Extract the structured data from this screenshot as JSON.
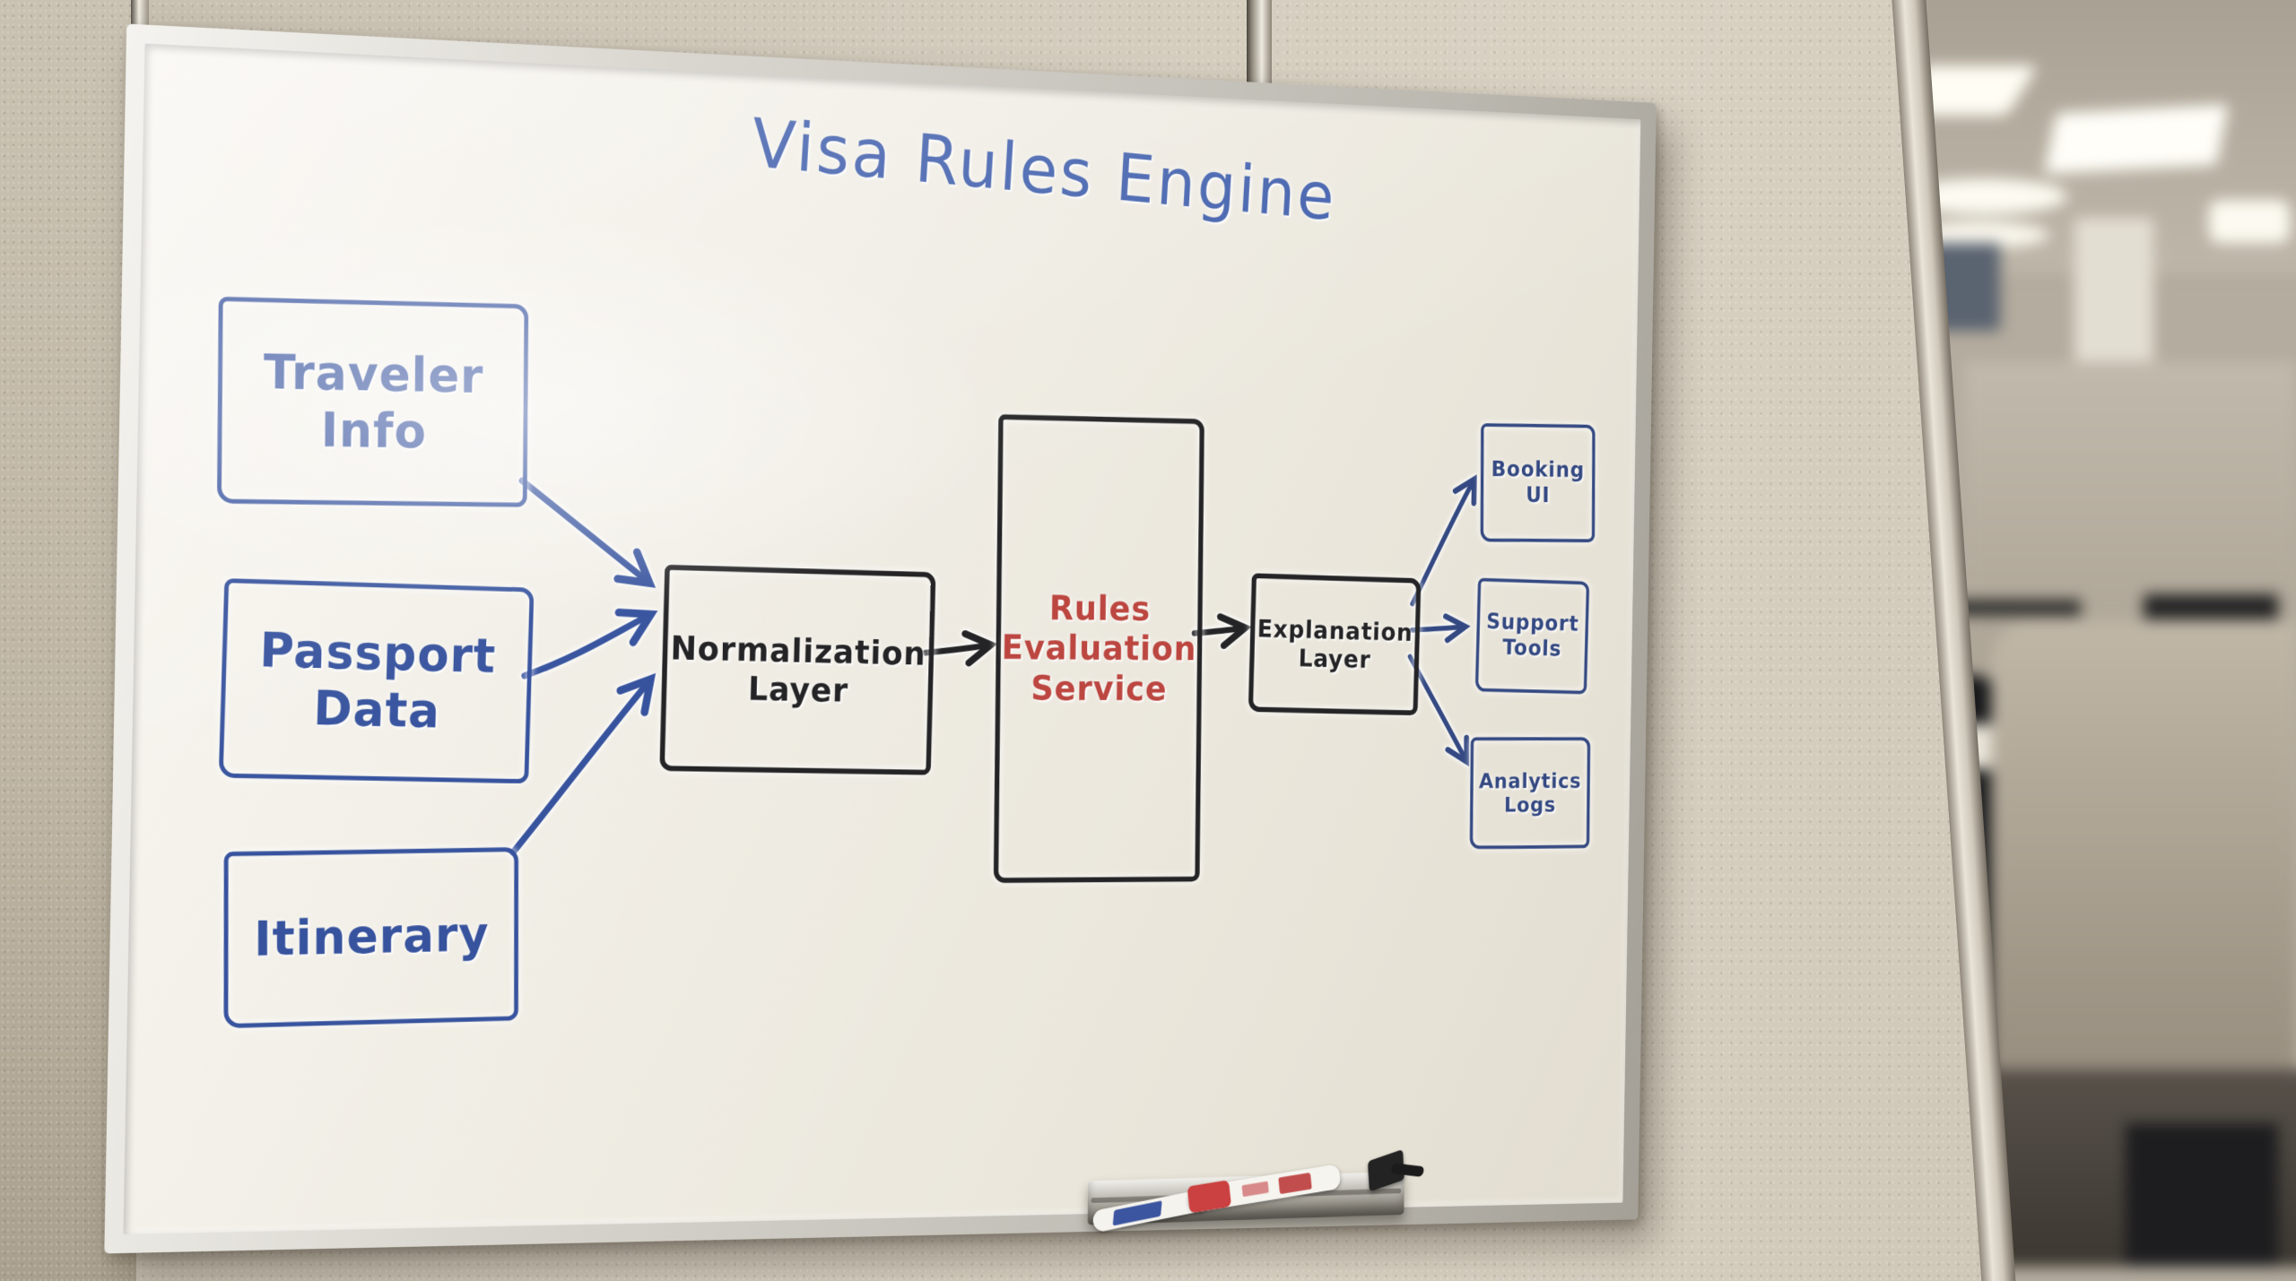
{
  "diagram": {
    "title": "Visa Rules Engine",
    "nodes": {
      "traveler": {
        "label": "Traveler Info",
        "ink": "blue"
      },
      "passport": {
        "label": "Passport Data",
        "ink": "blue"
      },
      "itinerary": {
        "label": "Itinerary",
        "ink": "blue"
      },
      "normalization": {
        "label": "Normalization Layer",
        "ink": "black"
      },
      "rules": {
        "label": "Rules Evaluation Service",
        "ink": "red-text-black-box"
      },
      "explanation": {
        "label": "Explanation Layer",
        "ink": "black"
      },
      "booking": {
        "label": "Booking UI",
        "ink": "blue"
      },
      "support": {
        "label": "Support Tools",
        "ink": "blue"
      },
      "analytics": {
        "label": "Analytics Logs",
        "ink": "blue"
      }
    },
    "edges": [
      {
        "from": "traveler",
        "to": "normalization",
        "color": "blue"
      },
      {
        "from": "passport",
        "to": "normalization",
        "color": "blue"
      },
      {
        "from": "itinerary",
        "to": "normalization",
        "color": "blue"
      },
      {
        "from": "normalization",
        "to": "rules",
        "color": "black"
      },
      {
        "from": "rules",
        "to": "explanation",
        "color": "black"
      },
      {
        "from": "explanation",
        "to": "booking",
        "color": "blue"
      },
      {
        "from": "explanation",
        "to": "support",
        "color": "blue"
      },
      {
        "from": "explanation",
        "to": "analytics",
        "color": "blue"
      }
    ],
    "colors": {
      "blue_marker": "#37539e",
      "navy_marker": "#344982",
      "black_marker": "#242426",
      "red_marker": "#bc4640",
      "title_blue": "#3e5dab"
    }
  },
  "environment": {
    "tray_items": [
      "white-marker-blue-label",
      "red-cap-marker",
      "black-clip"
    ]
  }
}
